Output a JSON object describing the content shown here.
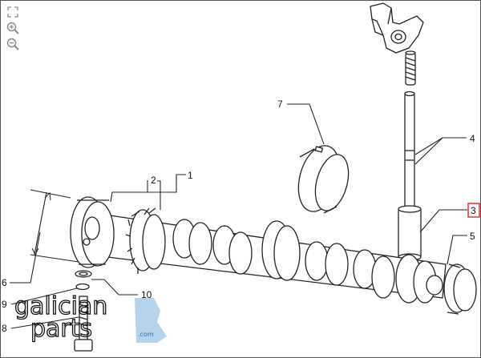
{
  "viewer": {
    "tools": [
      {
        "name": "fit-icon"
      },
      {
        "name": "zoom-in-icon"
      },
      {
        "name": "zoom-out-icon"
      }
    ]
  },
  "diagram": {
    "callouts": [
      "1",
      "2",
      "3",
      "4",
      "5",
      "6",
      "7",
      "8",
      "9",
      "10"
    ],
    "highlighted_callout": "3",
    "highlight_color": "#d42a2a",
    "line_color": "#222222"
  },
  "watermark": {
    "line1": "galician",
    "line2": "parts",
    "suffix": ".com",
    "accent_color": "#2d6fb3"
  }
}
